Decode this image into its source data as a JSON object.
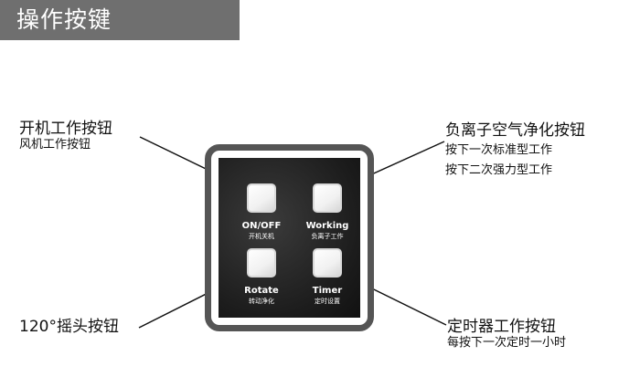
{
  "header": {
    "title": "操作按键"
  },
  "annotations": {
    "power": {
      "title": "开机工作按钮",
      "sub": [
        "风机工作按钮"
      ]
    },
    "ion": {
      "title": "负离子空气净化按钮",
      "sub": [
        "按下一次标准型工作",
        "按下二次强力型工作"
      ]
    },
    "rotate": {
      "title": "120°摇头按钮"
    },
    "timer": {
      "title": "定时器工作按钮",
      "sub": [
        "每按下一次定时一小时"
      ]
    }
  },
  "panel": {
    "buttons": [
      {
        "id": "power",
        "label_en": "ON/OFF",
        "label_cn": "开机关机"
      },
      {
        "id": "working",
        "label_en": "Working",
        "label_cn": "负离子工作"
      },
      {
        "id": "rotate",
        "label_en": "Rotate",
        "label_cn": "转动净化"
      },
      {
        "id": "timer",
        "label_en": "Timer",
        "label_cn": "定时设置"
      }
    ]
  },
  "colors": {
    "header_bg": "#6f6f6f",
    "panel_frame": "#555555",
    "panel_face": "#222222",
    "key_face": "#f4f4f4",
    "text": "#111111"
  }
}
